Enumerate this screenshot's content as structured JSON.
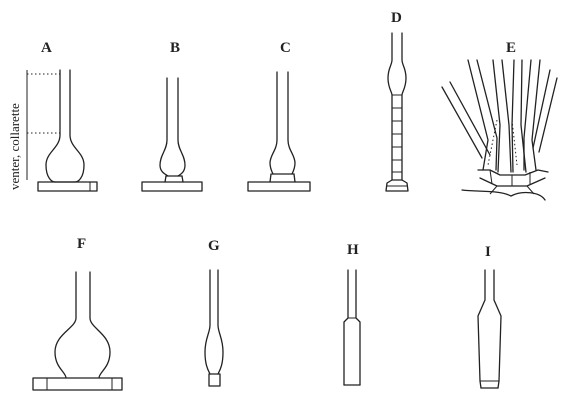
{
  "labels": {
    "a": "A",
    "b": "B",
    "c": "C",
    "d": "D",
    "e": "E",
    "f": "F",
    "g": "G",
    "h": "H",
    "i": "I"
  },
  "side_label_a": "venter",
  "side_label_b": "collarette",
  "ink_color": "#222222"
}
